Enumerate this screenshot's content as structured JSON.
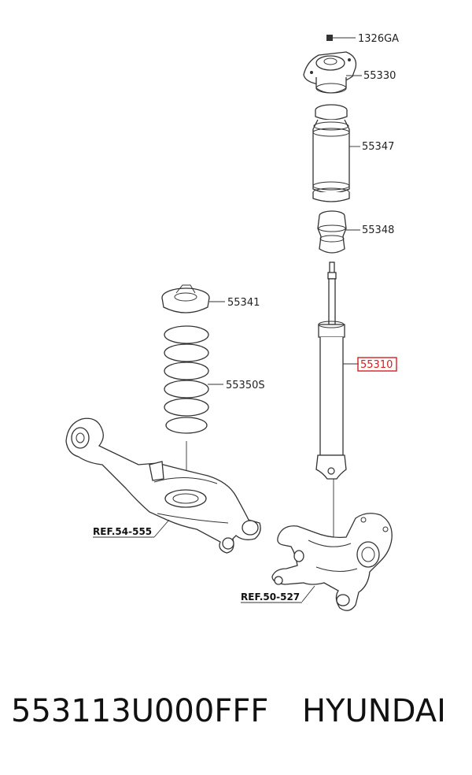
{
  "labels": {
    "nut": "1326GA",
    "mount": "55330",
    "boot": "55347",
    "bumper": "55348",
    "spring_pad": "55341",
    "shock": "55310",
    "spring": "55350S",
    "ref_arm": "REF.54-555",
    "ref_knuckle": "REF.50-527"
  },
  "caption": {
    "part_number": "553113U000FFF",
    "brand": "HYUNDAI"
  },
  "colors": {
    "highlight": "#d42020",
    "line": "#333333"
  }
}
